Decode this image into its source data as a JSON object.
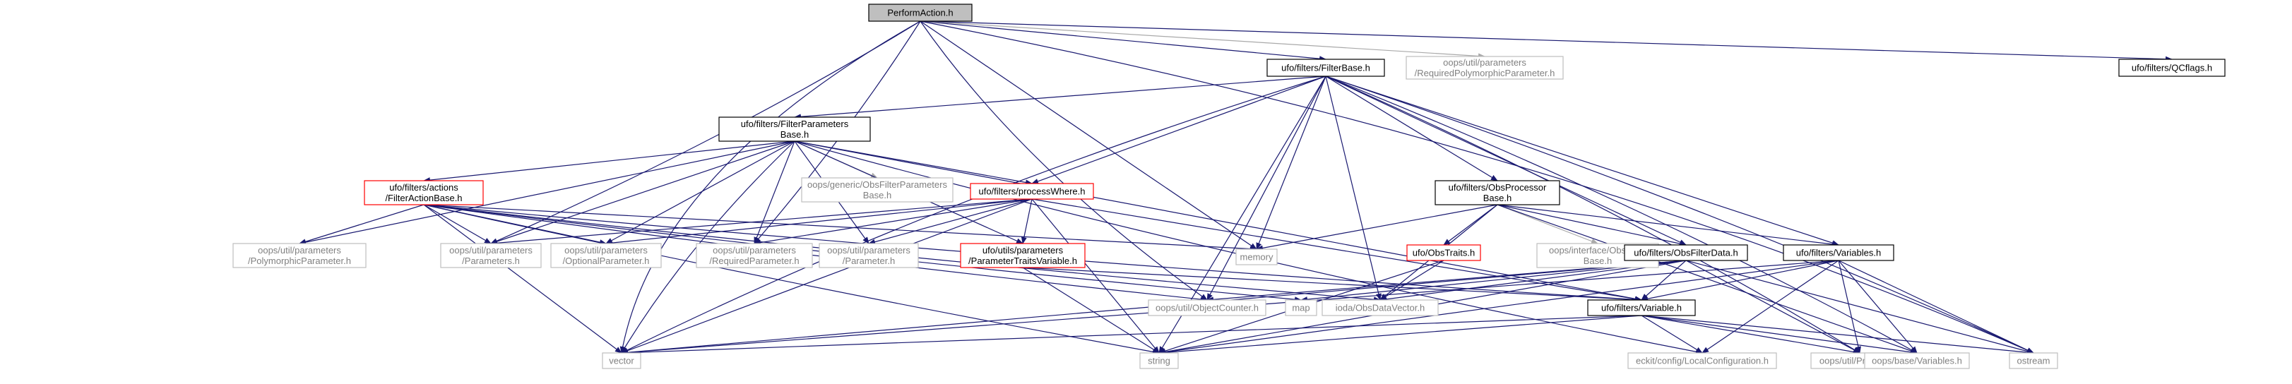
{
  "colors": {
    "edge_primary": "#191970",
    "edge_secondary": "#a9a9a9",
    "node_border_black": "#000000",
    "node_border_red": "#ff0000",
    "node_border_gray": "#bfbfbf",
    "root_fill": "#bfbfbf",
    "text_muted": "#808080"
  },
  "nodes": {
    "performaction": {
      "label": [
        "PerformAction.h"
      ],
      "style": "root"
    },
    "filterbase": {
      "label": [
        "ufo/filters/FilterBase.h"
      ],
      "style": "black"
    },
    "requiredpoly": {
      "label": [
        "oops/util/parameters",
        "/RequiredPolymorphicParameter.h"
      ],
      "style": "gray"
    },
    "qcflags": {
      "label": [
        "ufo/filters/QCflags.h"
      ],
      "style": "black"
    },
    "filterparamsbase": {
      "label": [
        "ufo/filters/FilterParameters",
        "Base.h"
      ],
      "style": "black"
    },
    "filteractionbase": {
      "label": [
        "ufo/filters/actions",
        "/FilterActionBase.h"
      ],
      "style": "red"
    },
    "obsfilterparams": {
      "label": [
        "oops/generic/ObsFilterParameters",
        "Base.h"
      ],
      "style": "gray"
    },
    "processwhere": {
      "label": [
        "ufo/filters/processWhere.h"
      ],
      "style": "red"
    },
    "obsprocessorbase": {
      "label": [
        "ufo/filters/ObsProcessor",
        "Base.h"
      ],
      "style": "black"
    },
    "polyparam": {
      "label": [
        "oops/util/parameters",
        "/PolymorphicParameter.h"
      ],
      "style": "gray"
    },
    "parameters": {
      "label": [
        "oops/util/parameters",
        "/Parameters.h"
      ],
      "style": "gray"
    },
    "optionalparam": {
      "label": [
        "oops/util/parameters",
        "/OptionalParameter.h"
      ],
      "style": "gray"
    },
    "requiredparam": {
      "label": [
        "oops/util/parameters",
        "/RequiredParameter.h"
      ],
      "style": "gray"
    },
    "parameter": {
      "label": [
        "oops/util/parameters",
        "/Parameter.h"
      ],
      "style": "gray"
    },
    "paramtraitsvar": {
      "label": [
        "ufo/utils/parameters",
        "/ParameterTraitsVariable.h"
      ],
      "style": "red"
    },
    "memory": {
      "label": [
        "memory"
      ],
      "style": "gray"
    },
    "obstraits": {
      "label": [
        "ufo/ObsTraits.h"
      ],
      "style": "red"
    },
    "obsfilterbase": {
      "label": [
        "oops/interface/ObsFilter",
        "Base.h"
      ],
      "style": "gray"
    },
    "obsfilterdata": {
      "label": [
        "ufo/filters/ObsFilterData.h"
      ],
      "style": "black"
    },
    "variables": {
      "label": [
        "ufo/filters/Variables.h"
      ],
      "style": "black"
    },
    "objectcounter": {
      "label": [
        "oops/util/ObjectCounter.h"
      ],
      "style": "gray"
    },
    "map": {
      "label": [
        "map"
      ],
      "style": "gray"
    },
    "iodadatavector": {
      "label": [
        "ioda/ObsDataVector.h"
      ],
      "style": "gray"
    },
    "variable": {
      "label": [
        "ufo/filters/Variable.h"
      ],
      "style": "black"
    },
    "vector": {
      "label": [
        "vector"
      ],
      "style": "gray"
    },
    "string": {
      "label": [
        "string"
      ],
      "style": "gray"
    },
    "localconfig": {
      "label": [
        "eckit/config/LocalConfiguration.h"
      ],
      "style": "gray"
    },
    "printable": {
      "label": [
        "oops/util/Printable.h"
      ],
      "style": "gray"
    },
    "oopsvariables": {
      "label": [
        "oops/base/Variables.h"
      ],
      "style": "gray"
    },
    "ostream": {
      "label": [
        "ostream"
      ],
      "style": "gray"
    }
  }
}
